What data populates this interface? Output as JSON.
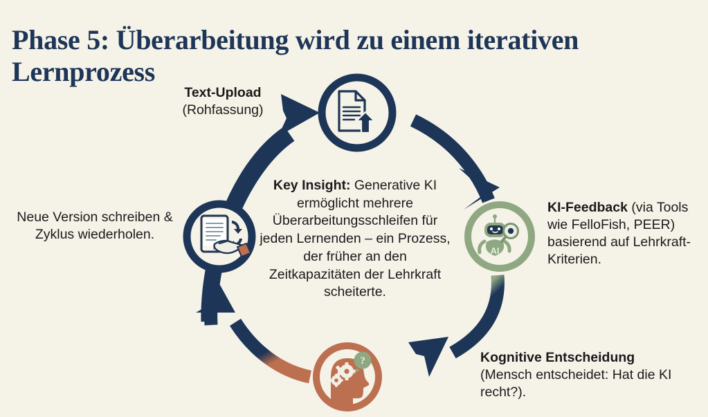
{
  "slide": {
    "title": "Phase 5: Überarbeitung wird zu einem iterativen Lernprozess",
    "background_color": "#f5f2e8"
  },
  "colors": {
    "navy": "#1d3557",
    "sage": "#8fa882",
    "terracotta": "#bc7050",
    "cream": "#f5f2e8",
    "text": "#1a1a1a"
  },
  "center": {
    "lead": "Key Insight:",
    "body": " Generative KI ermöglicht mehrere Überarbeitungsschleifen für jeden Lernenden – ein Prozess, der früher an den Zeitkapazitäten der Lehrkraft scheiterte."
  },
  "nodes": [
    {
      "id": "text-upload",
      "icon": "document-upload-icon",
      "ring_color": "#1d3557",
      "label_bold": "Text-Upload",
      "label_rest": "(Rohfassung)"
    },
    {
      "id": "ki-feedback",
      "icon": "ai-robot-magnifier-icon",
      "ring_color": "#8fa882",
      "icon_text": "AI",
      "label_bold": "KI-Feedback",
      "label_rest": " (via Tools wie FelloFish, PEER) basierend auf Lehrkraft-Kriterien."
    },
    {
      "id": "kognitive-entscheidung",
      "icon": "head-gears-question-icon",
      "ring_color": "#bc7050",
      "icon_text": "?",
      "label_bold": "Kognitive Entscheidung",
      "label_rest": "(Mensch entscheidet: Hat die KI recht?)."
    },
    {
      "id": "neue-version",
      "icon": "tablet-hand-rewrite-icon",
      "ring_color": "#1d3557",
      "label_bold": "",
      "label_rest": "Neue Version schreiben & Zyklus wiederholen."
    }
  ]
}
